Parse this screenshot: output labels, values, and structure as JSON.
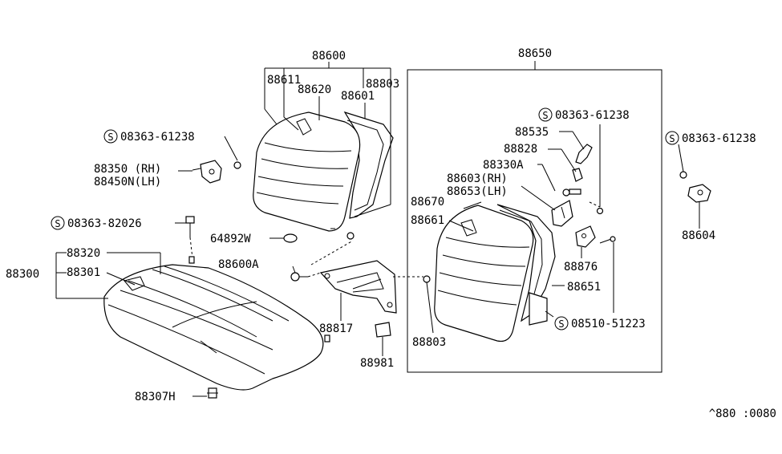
{
  "parts": {
    "p88600": "88600",
    "p88611": "88611",
    "p88620": "88620",
    "p88803a": "88803",
    "p88601": "88601",
    "s08363_61238_left": "08363-61238",
    "p88350": "88350 (RH)",
    "p88450n": "88450N(LH)",
    "s08363_82026": "08363-82026",
    "p64892w": "64892W",
    "p88320": "88320",
    "p88300": "88300",
    "p88301": "88301",
    "p88600a": "88600A",
    "p88817": "88817",
    "p88981": "88981",
    "p88307h": "88307H",
    "p88650": "88650",
    "s08363_61238_mid": "08363-61238",
    "p88535": "88535",
    "p88828": "88828",
    "p88330a": "88330A",
    "p88603": "88603(RH)",
    "p88653": "88653(LH)",
    "p88670": "88670",
    "p88661": "88661",
    "p88876": "88876",
    "p88651": "88651",
    "s08510_51223": "08510-51223",
    "p88803b": "88803",
    "s08363_61238_right": "08363-61238",
    "p88604": "88604"
  },
  "screw_symbol": "S",
  "diagram_code": "^880 :0080"
}
